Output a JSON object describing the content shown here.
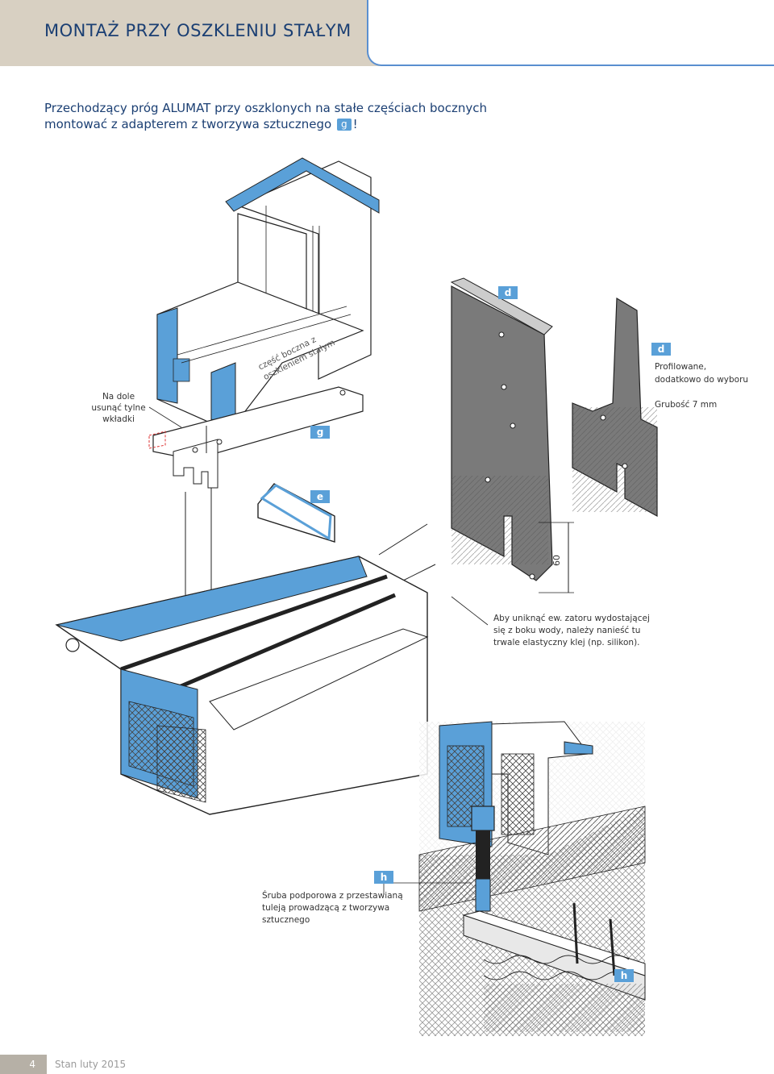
{
  "header": {
    "title": "MONTAŻ PRZY OSZKLENIU STAŁYM"
  },
  "intro": {
    "line1": "Przechodzący próg ALUMAT przy oszklonych na stałe częściach bocznych",
    "line2_pre": "montować z adapterem z tworzywa sztucznego",
    "line2_badge": "g",
    "line2_post": "!"
  },
  "labels": {
    "remove_inserts": "Na dole usunąć tylne wkładki",
    "side_part": "część boczna z oszkleniem stałym",
    "profiled": "Profilowane, dodatkowo do wyboru",
    "thickness": "Grubość 7 mm",
    "avoid_water": "Aby uniknąć ew. zatoru wydostającej się z boku wody, należy nanieść tu trwale elastyczny klej (np.  silikon).",
    "dimension_60": "60",
    "screw": "Śruba podporowa z przestawianą tuleją prowadzącą z tworzywa sztucznego"
  },
  "markers": {
    "d_top": "d",
    "d_right": "d",
    "g": "g",
    "e": "e",
    "h_top": "h",
    "h_bottom": "h"
  },
  "colors": {
    "accent": "#5aa0d8",
    "title": "#1b3f73",
    "header_band": "#d8d0c2"
  },
  "footer": {
    "page_number": "4",
    "edition": "Stan luty 2015"
  }
}
